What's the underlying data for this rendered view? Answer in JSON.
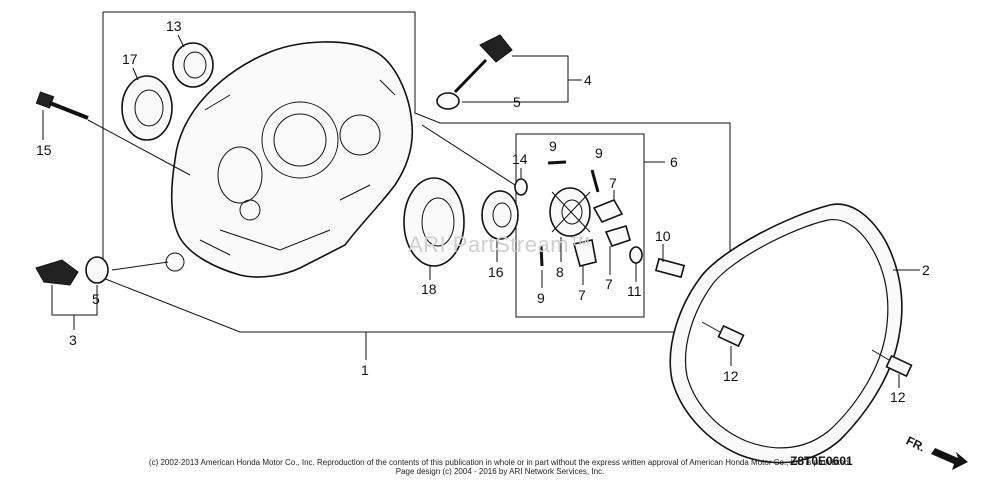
{
  "watermark": "ARI PartStream™",
  "diagram_code": "Z8T0E0601",
  "direction_label": "FR.",
  "copyright": "(c) 2002-2013 American Honda Motor Co., Inc. Reproduction of the contents of this publication in whole or in part without the express written approval of American Honda Motor Co., Inc. is prohibited.",
  "page_design": "Page design (c) 2004 - 2016 by ARI Network Services, Inc.",
  "callouts": {
    "c1": "1",
    "c2": "2",
    "c3": "3",
    "c4": "4",
    "c5a": "5",
    "c5b": "5",
    "c6": "6",
    "c7a": "7",
    "c7b": "7",
    "c7c": "7",
    "c8": "8",
    "c9a": "9",
    "c9b": "9",
    "c9c": "9",
    "c10": "10",
    "c11": "11",
    "c12a": "12",
    "c12b": "12",
    "c13": "13",
    "c14": "14",
    "c15": "15",
    "c16": "16",
    "c17": "17",
    "c18": "18"
  },
  "colors": {
    "ink": "#111111",
    "watermark": "#cfcfcf",
    "background": "#ffffff"
  }
}
